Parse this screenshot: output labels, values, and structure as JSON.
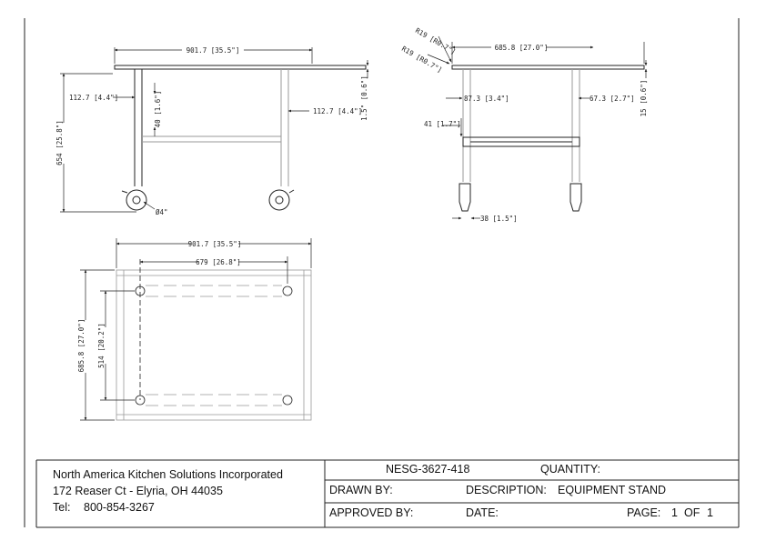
{
  "title_block": {
    "company": "North America Kitchen Solutions Incorporated",
    "address": "172 Reaser Ct - Elyria, OH 44035",
    "phone_label": "Tel:",
    "phone": "800-854-3267",
    "model": "NESG-3627-418",
    "quantity_label": "QUANTITY:",
    "drawn_by_label": "DRAWN BY:",
    "description_label": "DESCRIPTION:",
    "description": "EQUIPMENT STAND",
    "approved_by_label": "APPROVED BY:",
    "date_label": "DATE:",
    "page_label": "PAGE:",
    "page_current": "1",
    "page_of": "OF",
    "page_total": "1"
  },
  "dimensions": {
    "front_width": "901.7 [35.5\"]",
    "front_left_offset": "112.7 [4.4\"]",
    "front_right_offset": "112.7 [4.4\"]",
    "front_undershelf": "40 [1.6\"]",
    "front_height": "654 [25.8\"]",
    "front_top_thickness": "1.5\" [0.6\"]",
    "caster_diameter": "Ø4\"",
    "side_width": "685.8 [27.0\"]",
    "side_radius_top": "R19 [R0.7\"]",
    "side_radius_bottom": "R19 [R0.7\"]",
    "side_left_offset": "87.3 [3.4\"]",
    "side_right_offset": "67.3 [2.7\"]",
    "side_top_thickness": "15 [0.6\"]",
    "side_undershelf": "41 [1.7\"]",
    "side_caster_width": "38 [1.5\"]",
    "plan_width": "901.7 [35.5\"]",
    "plan_leg_spacing_x": "679 [26.8\"]",
    "plan_depth": "685.8 [27.0\"]",
    "plan_leg_spacing_y": "514 [20.2\"]"
  }
}
